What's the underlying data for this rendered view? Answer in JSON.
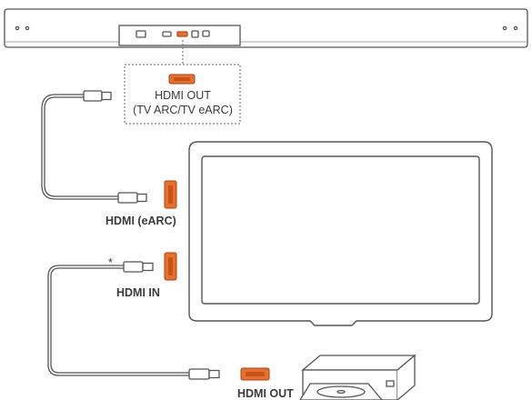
{
  "labels": {
    "soundbar_port_line1": "HDMI OUT",
    "soundbar_port_line2": "(TV ARC/TV eARC)",
    "tv_earc": "HDMI (eARC)",
    "tv_in": "HDMI IN",
    "device_out": "HDMI OUT",
    "note_marker": "*"
  },
  "colors": {
    "port_orange": "#e86f2e",
    "outline": "#555555"
  }
}
